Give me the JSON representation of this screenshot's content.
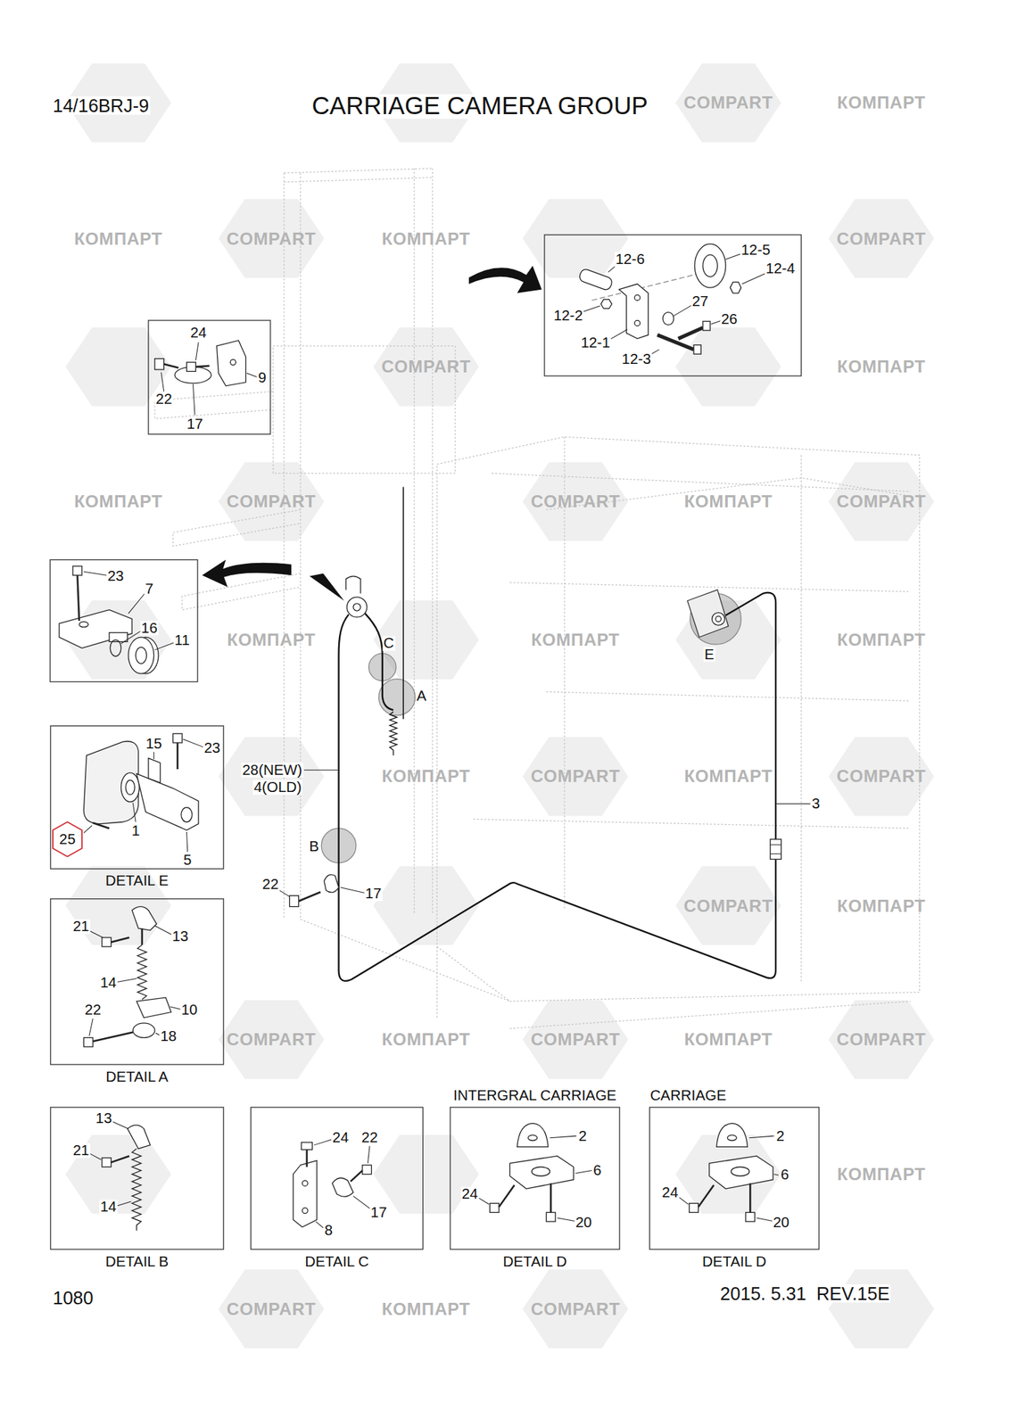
{
  "diagram": {
    "title": "CARRIAGE CAMERA GROUP",
    "nodes": [
      {
        "text": [
          "DETAIL E"
        ]
      },
      {
        "text": [
          "25"
        ],
        "in": 0
      },
      {
        "text": [
          "DETAIL A"
        ]
      },
      {
        "text": [
          "DETAIL B"
        ]
      },
      {
        "text": [
          "DETAIL C"
        ]
      },
      {
        "text": [
          "INTERGRAL CARRIAGE",
          "DETAIL D"
        ]
      },
      {
        "text": [
          "CARRIAGE",
          "DETAIL D"
        ]
      }
    ],
    "labels": [
      "14/16BRJ-9",
      "12-6",
      "12-5",
      "12-4",
      "27",
      "12-2",
      "26",
      "12-1",
      "12-3",
      "24",
      "22",
      "9",
      "17",
      "23",
      "7",
      "16",
      "11",
      "C",
      "A",
      "E",
      "28(NEW)",
      "4(OLD)",
      "3",
      "15",
      "23",
      "1",
      "5",
      "B",
      "22",
      "17",
      "21",
      "13",
      "14",
      "22",
      "10",
      "18",
      "13",
      "21",
      "14",
      "24",
      "22",
      "17",
      "8",
      "2",
      "6",
      "24",
      "20",
      "2",
      "6",
      "24",
      "20",
      "1080",
      "2015. 5.31  REV.15E",
      "COMPART",
      "КОМПАРТ",
      "КОМПАРТ",
      "COMPART",
      "КОМПАРТ",
      "COMPART",
      "COMPART",
      "КОМПАРТ",
      "КОМПАРТ",
      "COMPART",
      "COMPART",
      "КОМПАРТ",
      "COMPART",
      "КОМПАРТ",
      "КОМПАРТ",
      "КОМПАРТ",
      "КОМПАРТ",
      "COMPART",
      "КОМПАРТ",
      "COMPART",
      "COMPART",
      "КОМПАРТ",
      "COMPART",
      "КОМПАРТ",
      "COMPART",
      "КОМПАРТ",
      "COMPART",
      "КОМПАРТ",
      "COMPART",
      "КОМПАРТ",
      "COMPART"
    ]
  }
}
